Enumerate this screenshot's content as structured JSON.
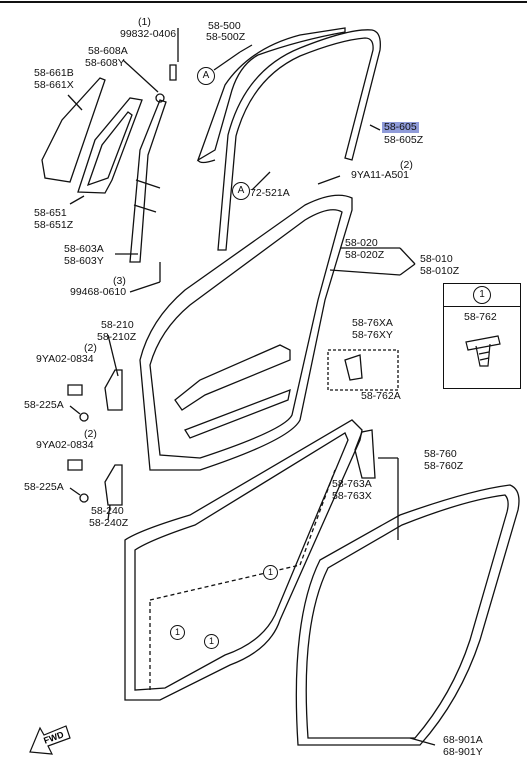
{
  "labels": {
    "p99832": "99832-0406",
    "q1a": "(1)",
    "p58500": "58-500",
    "p58500z": "58-500Z",
    "p58608a": "58-608A",
    "p58608y": "58-608Y",
    "p58661b": "58-661B",
    "p58661x": "58-661X",
    "p58605": "58-605",
    "p58605z": "58-605Z",
    "q2a": "(2)",
    "p9ya11": "9YA11-A501",
    "p72521a": "72-521A",
    "p58651": "58-651",
    "p58651z": "58-651Z",
    "p58020": "58-020",
    "p58020z": "58-020Z",
    "p58010": "58-010",
    "p58010z": "58-010Z",
    "p58603a": "58-603A",
    "p58603y": "58-603Y",
    "q3": "(3)",
    "p99468": "99468-0610",
    "p58210": "58-210",
    "p58210z": "58-210Z",
    "q2b": "(2)",
    "p9ya02a": "9YA02-0834",
    "p58225a1": "58-225A",
    "q2c": "(2)",
    "p9ya02b": "9YA02-0834",
    "p58225a2": "58-225A",
    "p58240": "58-240",
    "p58240z": "58-240Z",
    "p5876xa": "58-76XA",
    "p5876xy": "58-76XY",
    "p58762a": "58-762A",
    "p58762": "58-762",
    "p58760": "58-760",
    "p58760z": "58-760Z",
    "p58763a": "58-763A",
    "p58763x": "58-763X",
    "p68901a": "68-901A",
    "p68901y": "68-901Y"
  },
  "callouts": {
    "a1": "A",
    "a2": "A",
    "one_inset": "1",
    "one_a": "1",
    "one_b": "1",
    "one_c": "1"
  },
  "fwd": "FWD",
  "colors": {
    "highlight": "#8f9bd9",
    "line": "#111111"
  }
}
